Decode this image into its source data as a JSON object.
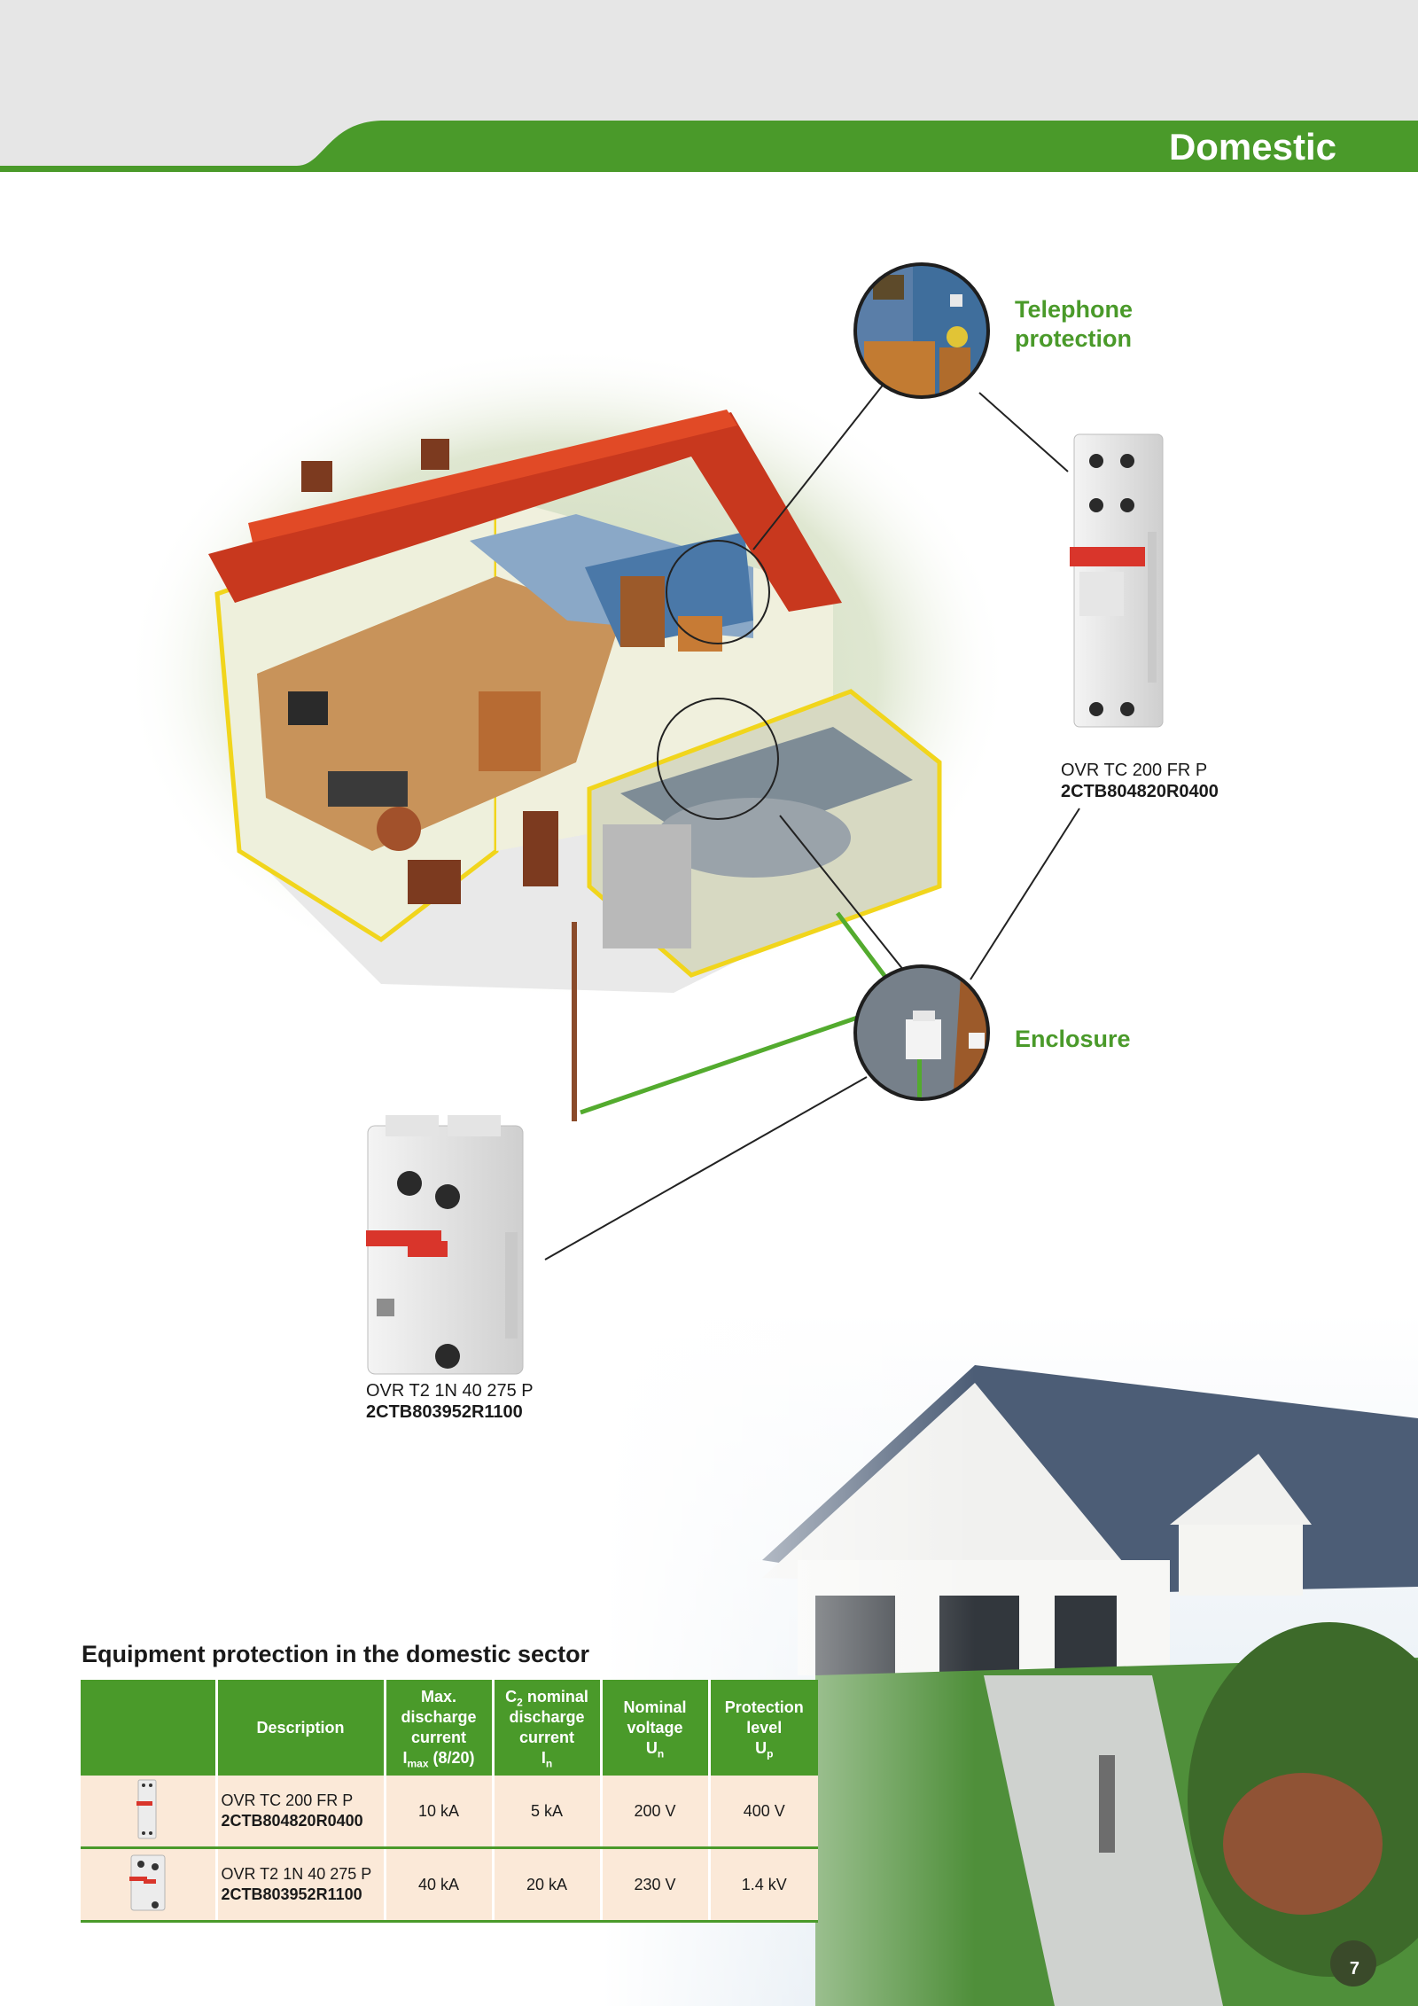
{
  "header": {
    "title": "Domestic"
  },
  "callouts": {
    "telephone": {
      "line1": "Telephone",
      "line2": "protection"
    },
    "enclosure": {
      "label": "Enclosure"
    }
  },
  "products": {
    "tc": {
      "name": "OVR TC 200 FR P",
      "code": "2CTB804820R0400"
    },
    "t2": {
      "name": "OVR T2 1N 40 275 P",
      "code": "2CTB803952R1100"
    }
  },
  "table": {
    "heading": "Equipment protection in the domestic sector",
    "columns": {
      "description": "Description",
      "imax": {
        "line1": "Max.",
        "line2": "discharge",
        "line3": "current",
        "symbol": "I",
        "sub": "max",
        "suffix": " (8/20)"
      },
      "in": {
        "prefix": "C",
        "prefix_sub": "2",
        "line1": " nominal",
        "line2": "discharge",
        "line3": "current",
        "symbol": "I",
        "sub": "n"
      },
      "un": {
        "line1": "Nominal",
        "line2": "voltage",
        "symbol": "U",
        "sub": "n"
      },
      "up": {
        "line1": "Protection",
        "line2": "level",
        "symbol": "U",
        "sub": "p"
      }
    },
    "rows": [
      {
        "name": "OVR TC 200 FR P",
        "code": "2CTB804820R0400",
        "imax": "10 kA",
        "in": "5 kA",
        "un": "200 V",
        "up": "400 V"
      },
      {
        "name": "OVR T2 1N 40 275 P",
        "code": "2CTB803952R1100",
        "imax": "40 kA",
        "in": "20 kA",
        "un": "230 V",
        "up": "1.4 kV"
      }
    ]
  },
  "page": {
    "number": "7"
  },
  "colors": {
    "brand_green": "#4a9a2a",
    "table_row": "#fbe9d8",
    "header_gray": "#e6e6e6"
  }
}
